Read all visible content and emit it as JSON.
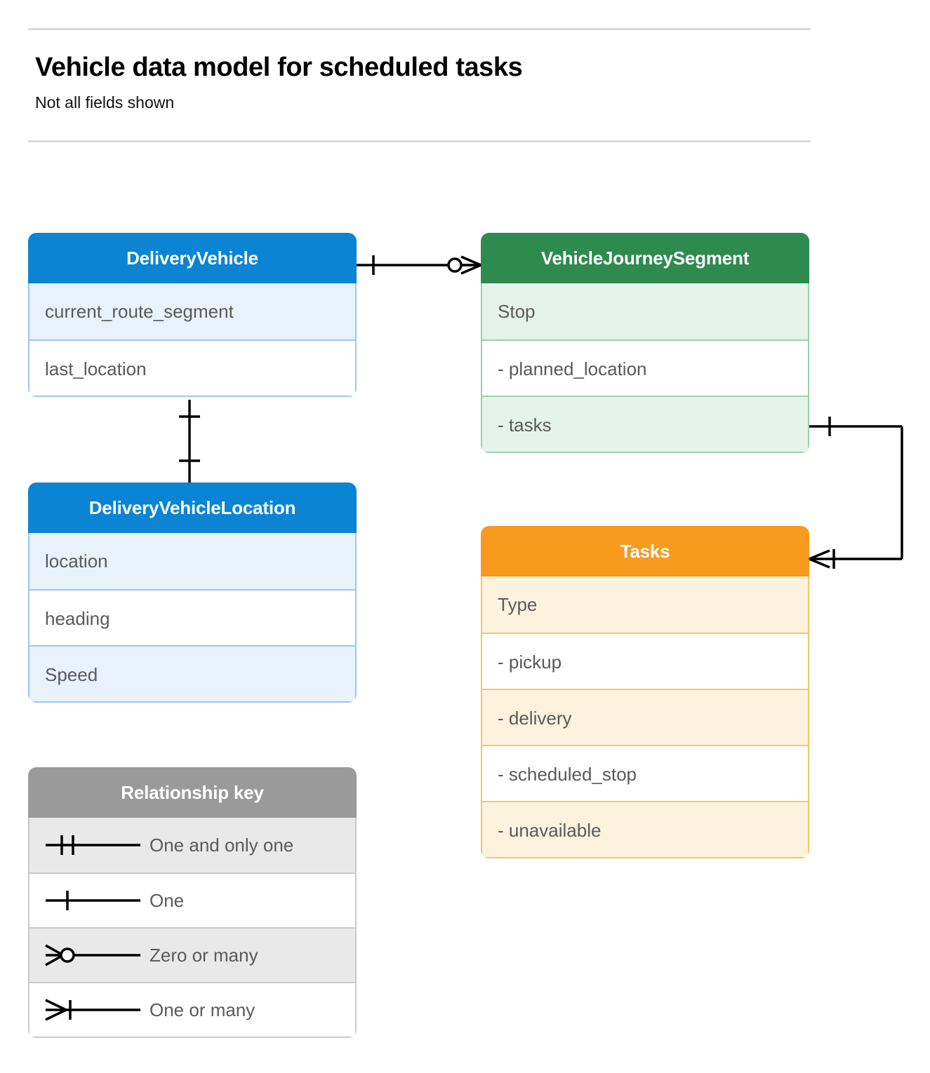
{
  "header": {
    "title": "Vehicle data model for scheduled tasks",
    "subtitle": "Not all fields shown"
  },
  "colors": {
    "blue": "#0b84d4",
    "blue_row": "#e9f1fb",
    "blue_border": "#9ac8f0",
    "green": "#2f8a4f",
    "green_row": "#e6f3ea",
    "green_border": "#9bd0ae",
    "orange": "#f79a1e",
    "orange_row": "#fdf2de",
    "orange_border": "#f6c56a",
    "gray": "#9a9a9a",
    "gray_row": "#e9e9e9",
    "gray_border": "#c9c9c9",
    "line": "#000000",
    "rule": "#d8d8d8",
    "row_text": "#5a5a5a"
  },
  "entities": {
    "delivery_vehicle": {
      "name": "DeliveryVehicle",
      "fields": [
        "current_route_segment",
        "last_location"
      ]
    },
    "vehicle_journey_segment": {
      "name": "VehicleJourneySegment",
      "fields": [
        "Stop",
        "-  planned_location",
        "- tasks"
      ]
    },
    "delivery_vehicle_location": {
      "name": "DeliveryVehicleLocation",
      "fields": [
        "location",
        "heading",
        "Speed"
      ]
    },
    "tasks": {
      "name": "Tasks",
      "fields": [
        "Type",
        "-  pickup",
        "-  delivery",
        "-  scheduled_stop",
        "-  unavailable"
      ]
    }
  },
  "legend": {
    "title": "Relationship key",
    "items": [
      {
        "symbol": "one-and-only-one",
        "label": "One and only one"
      },
      {
        "symbol": "one",
        "label": "One"
      },
      {
        "symbol": "zero-or-many",
        "label": "Zero or many"
      },
      {
        "symbol": "one-or-many",
        "label": "One or many"
      }
    ]
  },
  "relationships": [
    {
      "from": "DeliveryVehicle",
      "to": "VehicleJourneySegment",
      "from_cardinality": "One",
      "to_cardinality": "Zero or many"
    },
    {
      "from": "DeliveryVehicle",
      "to": "DeliveryVehicleLocation",
      "from_cardinality": "One",
      "to_cardinality": "One"
    },
    {
      "from": "VehicleJourneySegment.tasks",
      "to": "Tasks",
      "from_cardinality": "One",
      "to_cardinality": "One or many"
    }
  ]
}
